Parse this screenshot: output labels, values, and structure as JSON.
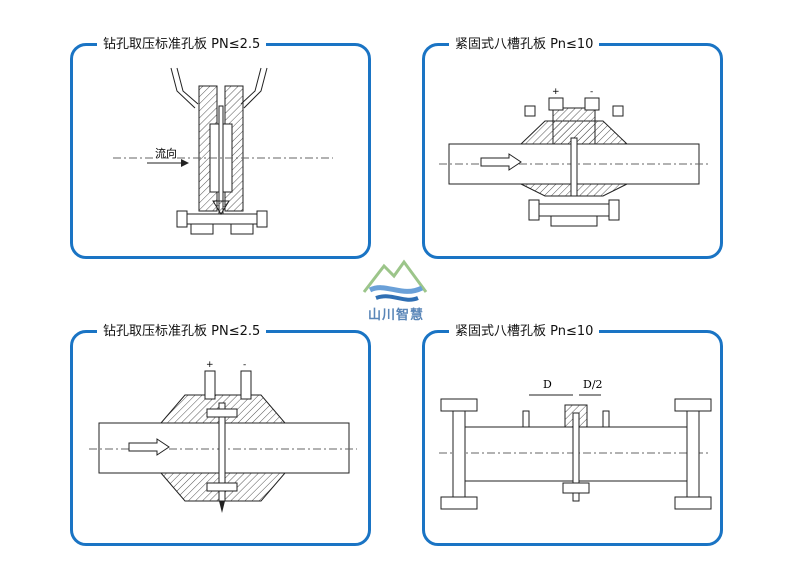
{
  "panels": [
    {
      "title": "钻孔取压标准孔板 PN≤2.5",
      "annotation": "流向"
    },
    {
      "title": "紧固式八槽孔板 Pn≤10",
      "plus": "+",
      "minus": "-"
    },
    {
      "title": "钻孔取压标准孔板 PN≤2.5",
      "plus": "+",
      "minus": "-"
    },
    {
      "title": "紧固式八槽孔板 Pn≤10",
      "dim_d": "D",
      "dim_half": "D/2"
    }
  ],
  "logo": {
    "text": "山川智慧"
  },
  "colors": {
    "border": "#1a74c4",
    "line": "#222222",
    "hatch": "#555555"
  }
}
